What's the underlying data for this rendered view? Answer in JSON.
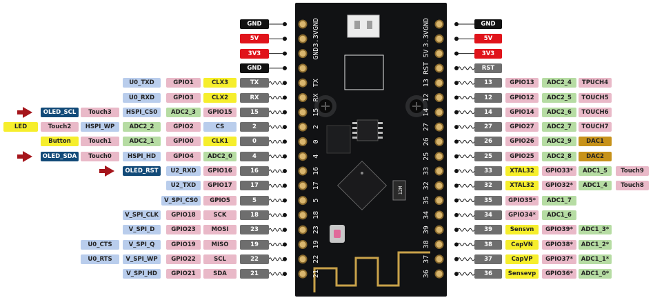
{
  "left_rows": [
    [
      "GND"
    ],
    [
      "5V"
    ],
    [
      "3V3"
    ],
    [
      "GND"
    ],
    [
      "TX",
      "CLX3",
      "GPIO1",
      "U0_TXD"
    ],
    [
      "RX",
      "CLX2",
      "GPIO3",
      "U0_RXD"
    ],
    [
      "15",
      "GPIO15",
      "ADC2_3",
      "HSPI_CS0",
      "Touch3",
      "OLED_SCL"
    ],
    [
      "2",
      "CS",
      "GPIO2",
      "ADC2_2",
      "HSPI_WP",
      "Touch2",
      "LED"
    ],
    [
      "0",
      "CLK1",
      "GPIO0",
      "ADC2_1",
      "Touch1",
      "Button"
    ],
    [
      "4",
      "ADC2_0",
      "GPIO4",
      "HSPI_HD",
      "Touch0",
      "OLED_SDA"
    ],
    [
      "16",
      "GPIO16",
      "U2_RXD",
      "OLED_RST"
    ],
    [
      "17",
      "GPIO17",
      "U2_TXD"
    ],
    [
      "5",
      "GPIO5",
      "V_SPI_CS0"
    ],
    [
      "18",
      "SCK",
      "GPIO18",
      "V_SPI_CLK"
    ],
    [
      "23",
      "MOSI",
      "GPIO23",
      "V_SPI_D"
    ],
    [
      "19",
      "MISO",
      "GPIO19",
      "V_SPI_Q",
      "U0_CTS"
    ],
    [
      "22",
      "SCL",
      "GPIO22",
      "V_SPI_WP",
      "U0_RTS"
    ],
    [
      "21",
      "SDA",
      "GPIO21",
      "V_SPI_HD"
    ]
  ],
  "right_rows": [
    [
      "GND"
    ],
    [
      "5V"
    ],
    [
      "3V3"
    ],
    [
      "RST"
    ],
    [
      "13",
      "GPIO13",
      "ADC2_4",
      "TPUCH4"
    ],
    [
      "12",
      "GPIO12",
      "ADC2_5",
      "TOUCH5"
    ],
    [
      "14",
      "GPIO14",
      "ADC2_6",
      "TOUCH6"
    ],
    [
      "27",
      "GPIO27",
      "ADC2_7",
      "TOUCH7"
    ],
    [
      "26",
      "GPIO26",
      "ADC2_9",
      "DAC1"
    ],
    [
      "25",
      "GPIO25",
      "ADC2_8",
      "DAC2"
    ],
    [
      "33",
      "XTAL32",
      "GPIO33*",
      "ADC1_5",
      "Touch9"
    ],
    [
      "32",
      "XTAL32",
      "GPIO32*",
      "ADC1_4",
      "Touch8"
    ],
    [
      "35",
      "GPIO35*",
      "ADC1_7"
    ],
    [
      "34",
      "GPIO34*",
      "ADC1_6"
    ],
    [
      "39",
      "Sensvn",
      "GPIO39*",
      "ADC1_3*"
    ],
    [
      "38",
      "CapVN",
      "GPIO38*",
      "ADC1_2*"
    ],
    [
      "37",
      "CapVP",
      "GPIO37*",
      "ADC1_1*"
    ],
    [
      "36",
      "Sensevp",
      "GPIO36*",
      "ADC1_0*"
    ]
  ],
  "board_silk_left": [
    "GND",
    "3.3V",
    "GND",
    "TX",
    "RX",
    "15",
    "2",
    "0",
    "4",
    "16",
    "17",
    "5",
    "18",
    "23",
    "19",
    "22",
    "21"
  ],
  "board_silk_right": [
    "GND",
    "3.3V",
    "5V",
    "RST",
    "13",
    "12",
    "14",
    "27",
    "26",
    "25",
    "33",
    "32",
    "35",
    "34",
    "39",
    "38",
    "37",
    "36"
  ],
  "board_chip_label": "12M",
  "colors": {
    "black": "#111111",
    "red": "#e0141b",
    "gray": "#6e6e6e",
    "pink": "#e9b9c8",
    "blue": "#b9cdec",
    "green": "#b6dca3",
    "yellow": "#f6ee2c",
    "navy": "#124a78",
    "gold": "#c7921a",
    "arrow": "#a5151b",
    "board": "#111214",
    "pin": "#d9b66e"
  },
  "icons": [
    "arrow-icon",
    "wave-connector-icon",
    "screw-hole-icon",
    "wifi-antenna-icon"
  ]
}
